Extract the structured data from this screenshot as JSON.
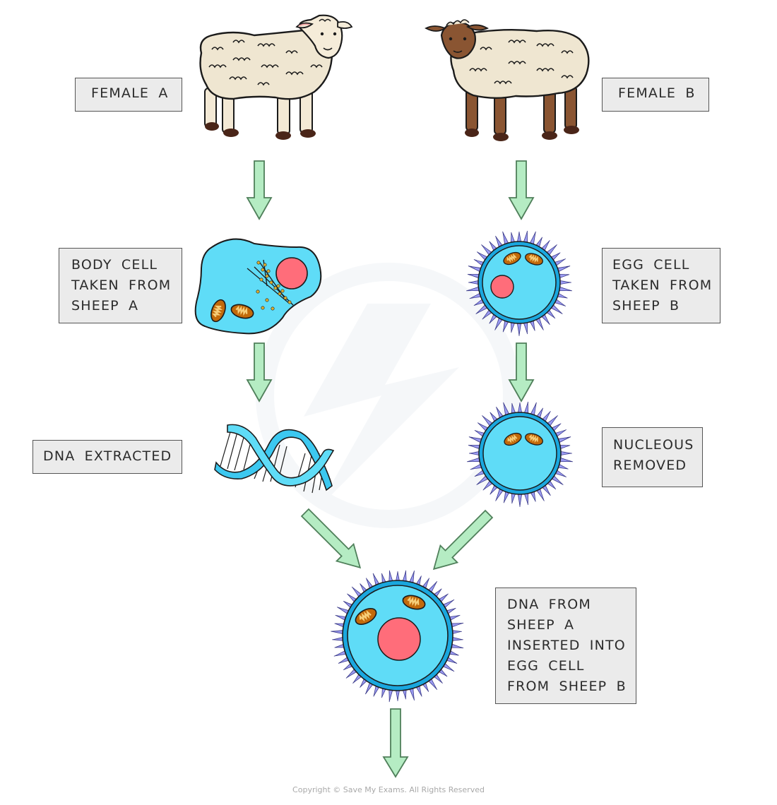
{
  "diagram": {
    "title": "Cloning by nuclear transfer",
    "colors": {
      "arrow_fill": "#b5ecc3",
      "arrow_stroke": "#4f7f5a",
      "cytoplasm": "#5fdcf7",
      "membrane": "#1aa7de",
      "nucleus": "#ff6d7a",
      "mitochondrion": "#c26a0a",
      "cristae": "#f7cf7a",
      "zona_spikes": "#9c9cf2",
      "wool": "#efe6d1",
      "brown_face": "#8a5532",
      "hooves": "#4a2518",
      "dna_ribbon": "#3cc8f0"
    },
    "left_column": {
      "sheep_label": [
        "FEMALE  A"
      ],
      "body_cell_label": [
        "BODY  CELL",
        "TAKEN  FROM",
        "SHEEP  A"
      ],
      "dna_label": [
        "DNA  EXTRACTED"
      ]
    },
    "right_column": {
      "sheep_label": [
        "FEMALE  B"
      ],
      "egg_cell_label": [
        "EGG  CELL",
        "TAKEN  FROM",
        "SHEEP  B"
      ],
      "nucleus_label": [
        "NUCLEOUS",
        "REMOVED"
      ]
    },
    "bottom": {
      "combined_label": [
        "DNA  FROM",
        "SHEEP  A",
        "INSERTED  INTO",
        "EGG  CELL",
        "FROM  SHEEP  B"
      ]
    },
    "icons": {
      "sheep_a": "white-faced-sheep",
      "sheep_b": "brown-faced-sheep",
      "body_cell": "animal-body-cell",
      "egg_cell": "egg-cell",
      "dna": "dna-double-helix",
      "enucleated_egg": "enucleated-egg-cell",
      "fused_egg": "egg-cell-with-donor-nucleus",
      "arrow": "down-arrow"
    },
    "footer": {
      "copyright": "Copyright © Save My Exams. All Rights Reserved"
    }
  }
}
